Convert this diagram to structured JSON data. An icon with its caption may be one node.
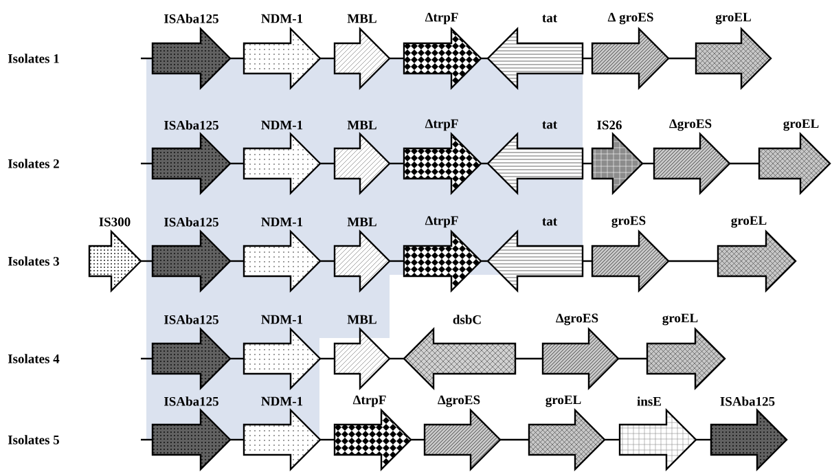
{
  "diagram": {
    "nodes": [
      {
        "text": [
          "ISAba125"
        ]
      },
      {
        "text": [
          "NDM-1"
        ]
      },
      {
        "text": [
          "MBL"
        ]
      },
      {
        "text": [
          "ΔtrpF"
        ]
      },
      {
        "text": [
          "tat"
        ]
      },
      {
        "text": [
          "Δ groES"
        ]
      },
      {
        "text": [
          "groEL"
        ]
      },
      {
        "text": [
          "ISAba125"
        ]
      },
      {
        "text": [
          "NDM-1"
        ]
      },
      {
        "text": [
          "MBL"
        ]
      },
      {
        "text": [
          "ΔtrpF"
        ]
      },
      {
        "text": [
          "tat"
        ]
      },
      {
        "text": [
          "IS26"
        ]
      },
      {
        "text": [
          "ΔgroES"
        ]
      },
      {
        "text": [
          "groEL"
        ]
      },
      {
        "text": [
          "IS300"
        ]
      },
      {
        "text": [
          "ISAba125"
        ]
      },
      {
        "text": [
          "NDM-1"
        ]
      },
      {
        "text": [
          "MBL"
        ]
      },
      {
        "text": [
          "ΔtrpF"
        ]
      },
      {
        "text": [
          "tat"
        ]
      },
      {
        "text": [
          "groES"
        ]
      },
      {
        "text": [
          "groEL"
        ]
      },
      {
        "text": [
          "ISAba125"
        ]
      },
      {
        "text": [
          "NDM-1"
        ]
      },
      {
        "text": [
          "MBL"
        ]
      },
      {
        "text": [
          "dsbC"
        ]
      },
      {
        "text": [
          "ΔgroES"
        ]
      },
      {
        "text": [
          "groEL"
        ]
      },
      {
        "text": [
          "ISAba125"
        ]
      },
      {
        "text": [
          "NDM-1"
        ]
      },
      {
        "text": [
          "ΔtrpF"
        ]
      },
      {
        "text": [
          "ΔgroES"
        ]
      },
      {
        "text": [
          "groEL"
        ]
      },
      {
        "text": [
          "insE"
        ]
      },
      {
        "text": [
          "ISAba125"
        ]
      }
    ],
    "edges": [
      {
        "from": null,
        "to": 0,
        "arrow": "none"
      },
      {
        "from": 0,
        "to": 1,
        "arrow": "none"
      },
      {
        "from": 1,
        "to": 2,
        "arrow": "none"
      },
      {
        "from": 2,
        "to": 3,
        "arrow": "none"
      },
      {
        "from": 3,
        "to": 4,
        "arrow": "none"
      },
      {
        "from": 4,
        "to": 5,
        "arrow": "none"
      },
      {
        "from": 5,
        "to": 6,
        "arrow": "none"
      },
      {
        "from": null,
        "to": 7,
        "arrow": "none"
      },
      {
        "from": 7,
        "to": 8,
        "arrow": "none"
      },
      {
        "from": 8,
        "to": 9,
        "arrow": "none"
      },
      {
        "from": 9,
        "to": 10,
        "arrow": "none"
      },
      {
        "from": 10,
        "to": 11,
        "arrow": "none"
      },
      {
        "from": 11,
        "to": 12,
        "arrow": "none"
      },
      {
        "from": 12,
        "to": 13,
        "arrow": "none"
      },
      {
        "from": 13,
        "to": 14,
        "arrow": "none"
      },
      {
        "from": 15,
        "to": 16,
        "arrow": "none"
      },
      {
        "from": 16,
        "to": 17,
        "arrow": "none"
      },
      {
        "from": 17,
        "to": 18,
        "arrow": "none"
      },
      {
        "from": 18,
        "to": 19,
        "arrow": "none"
      },
      {
        "from": 19,
        "to": 20,
        "arrow": "none"
      },
      {
        "from": 20,
        "to": 21,
        "arrow": "none"
      },
      {
        "from": 21,
        "to": 22,
        "arrow": "none"
      },
      {
        "from": null,
        "to": 23,
        "arrow": "none"
      },
      {
        "from": 23,
        "to": 24,
        "arrow": "none"
      },
      {
        "from": 24,
        "to": 25,
        "arrow": "none"
      },
      {
        "from": 25,
        "to": 26,
        "arrow": "none"
      },
      {
        "from": 26,
        "to": 27,
        "arrow": "none"
      },
      {
        "from": 27,
        "to": 28,
        "arrow": "none"
      },
      {
        "from": null,
        "to": 29,
        "arrow": "none"
      },
      {
        "from": 29,
        "to": 30,
        "arrow": "none"
      },
      {
        "from": 30,
        "to": 31,
        "arrow": "none"
      },
      {
        "from": 31,
        "to": 32,
        "arrow": "none"
      },
      {
        "from": 32,
        "to": 33,
        "arrow": "none"
      },
      {
        "from": 33,
        "to": 34,
        "arrow": "none"
      },
      {
        "from": 34,
        "to": 35,
        "arrow": "none"
      }
    ],
    "labels": [
      "Isolates 1",
      "Isolates 2",
      "Isolates 3",
      "Isolates 4",
      "Isolates 5"
    ]
  }
}
